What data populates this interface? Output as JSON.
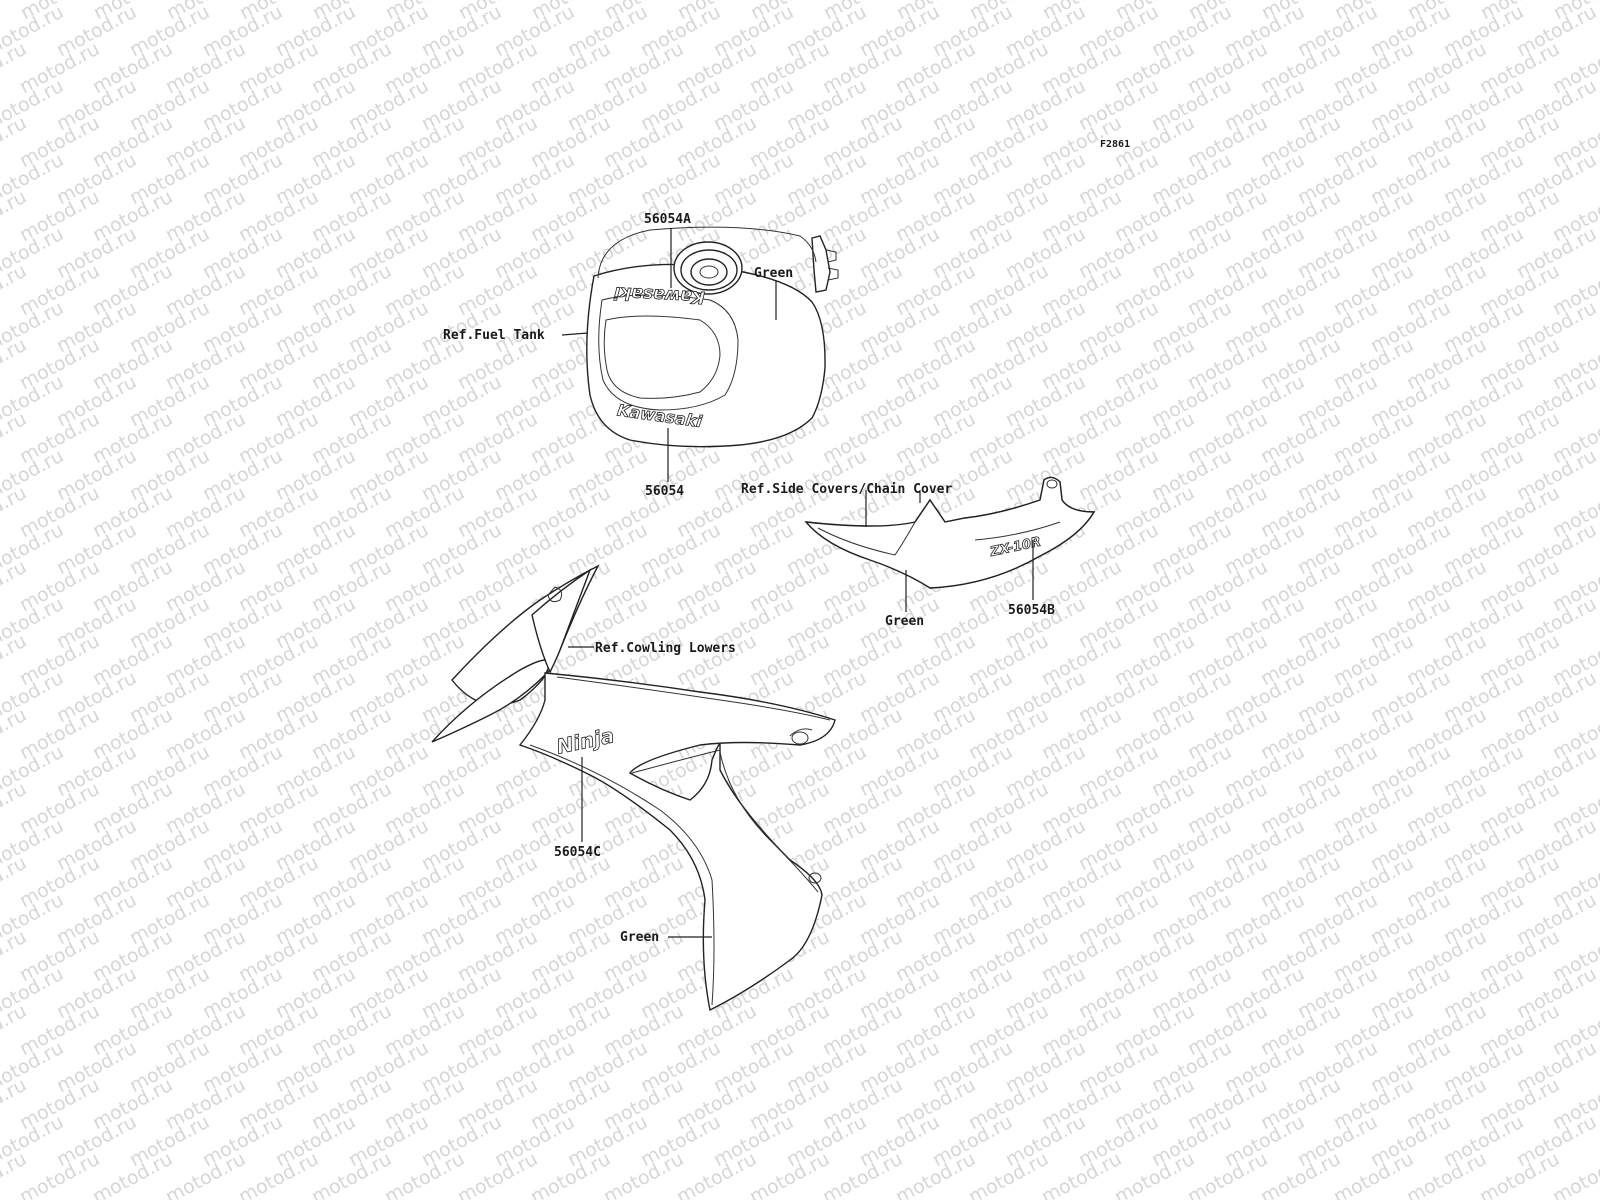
{
  "watermark": {
    "text": "motod.ru"
  },
  "figure_code": "F2861",
  "fuel_tank": {
    "part_top": "56054A",
    "part_bottom": "56054",
    "color_label": "Green",
    "ref_label": "Ref.Fuel Tank",
    "decal_text": "Kawasaki"
  },
  "side_cover": {
    "ref_label": "Ref.Side Covers/Chain Cover",
    "color_label": "Green",
    "part": "56054B",
    "decal_text": "ZX-10R"
  },
  "cowling": {
    "ref_label": "Ref.Cowling Lowers",
    "part": "56054C",
    "color_label": "Green",
    "decal_text": "Ninja"
  }
}
